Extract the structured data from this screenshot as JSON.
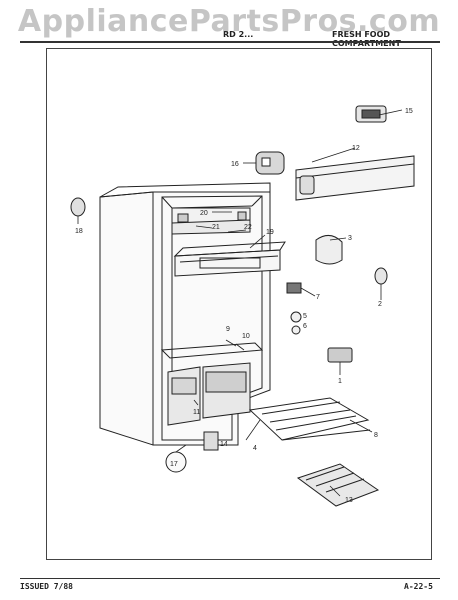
{
  "watermark": "AppliancePartsPros.com",
  "header": {
    "left": "RD 2...",
    "right": "FRESH FOOD COMPARTMENT"
  },
  "footer": {
    "issued": "ISSUED 7/88",
    "page_code": "A-22-5"
  },
  "callouts": {
    "n1": "1",
    "n2": "2",
    "n3": "3",
    "n4": "4",
    "n5": "5",
    "n6": "6",
    "n7": "7",
    "n8": "8",
    "n9": "9",
    "n10": "10",
    "n11": "11",
    "n12": "12",
    "n13": "13",
    "n14": "14",
    "n15": "15",
    "n16": "16",
    "n17": "17",
    "n18": "18",
    "n19": "19",
    "n20": "20",
    "n21": "21",
    "n22": "22"
  }
}
